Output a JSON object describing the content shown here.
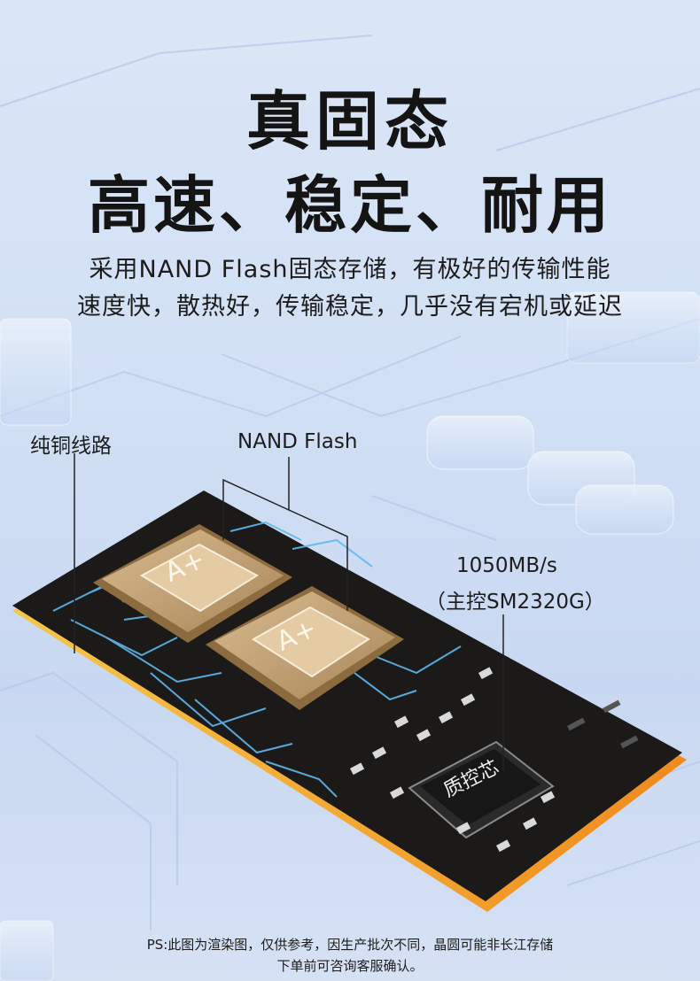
{
  "headline": "真固态",
  "subheadline": "高速、稳定、耐用",
  "description": [
    "采用NAND Flash固态存储，有极好的传输性能",
    "速度快，散热好，传输稳定，几乎没有宕机或延迟"
  ],
  "callouts": {
    "copper_traces": "纯铜线路",
    "nand_flash": "NAND Flash",
    "speed": "1050MB/s",
    "controller": "（主控SM2320G）"
  },
  "chip_labels": {
    "flash_chip_1": "A+",
    "flash_chip_2": "A+",
    "controller_chip": "质控芯"
  },
  "footnote": [
    "PS:此图为渲染图，仅供参考，因生产批次不同，晶圆可能非长江存储",
    "下单前可咨询客服确认。"
  ],
  "colors": {
    "background": "#d2e0f5",
    "pcb": "#1b1a19",
    "pcb_edge": "#f2a51f",
    "traces": "#5fb8f0",
    "flash_chip": "#c7a77c",
    "text": "#141414"
  }
}
